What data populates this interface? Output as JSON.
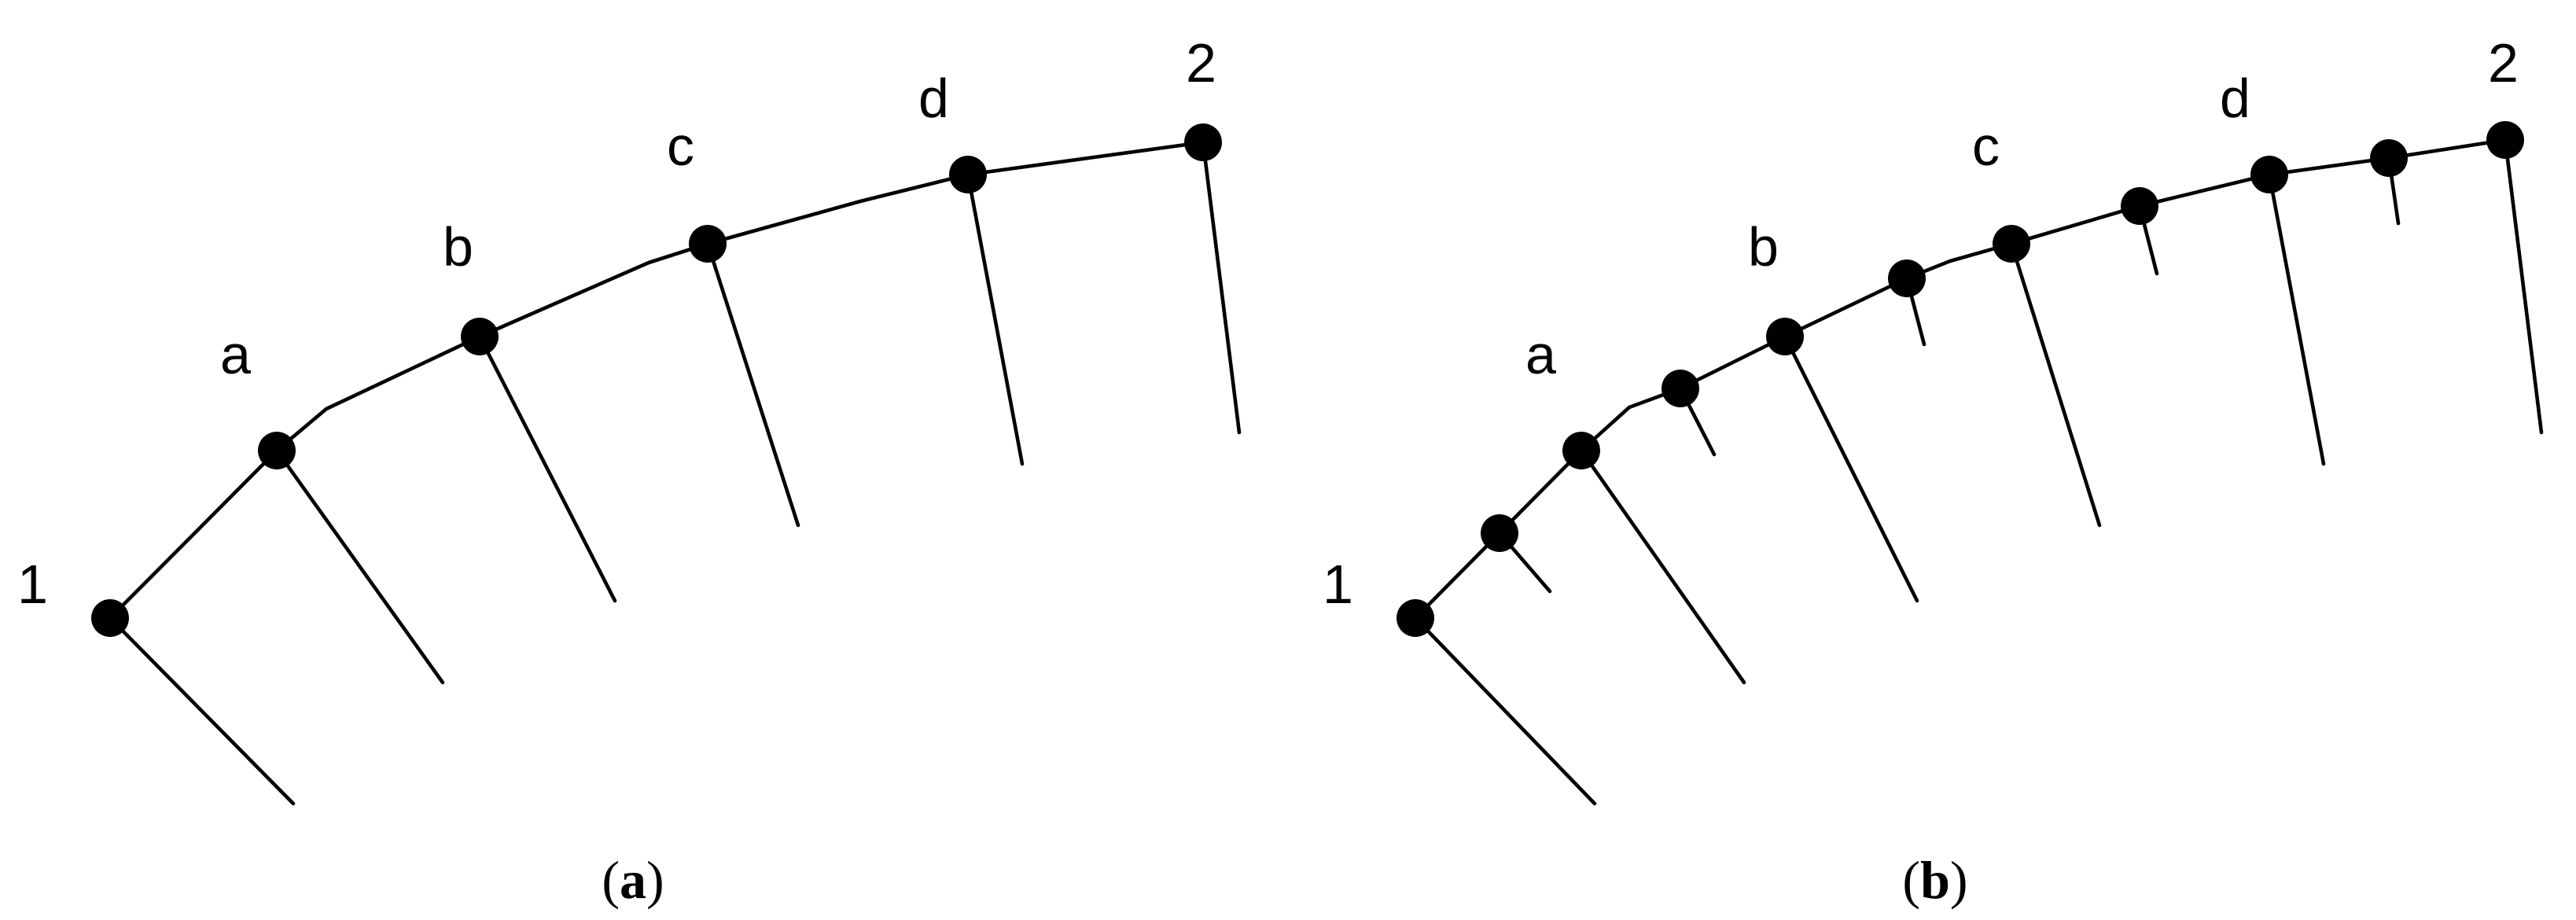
{
  "panels": [
    {
      "id": "a",
      "caption_open": "(",
      "caption_letter": "a",
      "caption_close": ")",
      "labels": [
        "1",
        "a",
        "b",
        "c",
        "d",
        "2"
      ]
    },
    {
      "id": "b",
      "caption_open": "(",
      "caption_letter": "b",
      "caption_close": ")",
      "labels": [
        "1",
        "a",
        "b",
        "c",
        "d",
        "2"
      ]
    }
  ],
  "colors": {
    "line": "#000000",
    "node": "#000000",
    "background": "#ffffff"
  }
}
